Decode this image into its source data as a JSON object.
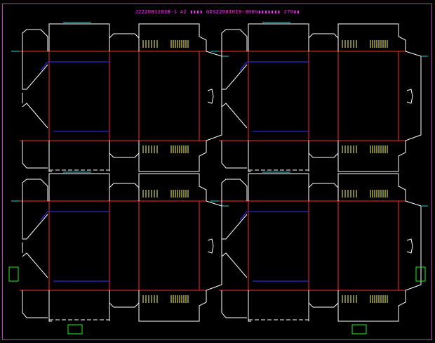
{
  "app": {
    "background": "#000000"
  },
  "sheet": {
    "title": "JZ22081203B-1 A2 ▮▮▮▮ GDS2208I0I9-300G▮▮▮▮▮▮▮ 270▮▮",
    "border_color": "#cc33cc",
    "title_color": "#ff33ff"
  },
  "colors": {
    "cut": "#ffffff",
    "crease": "#ff2a2a",
    "window": "#3333ff",
    "bridge": "#33cccc",
    "barcode": "#ffff55",
    "registration": "#22ee22"
  },
  "layout": {
    "columns": 2,
    "rows": 2,
    "registration_marks": [
      "left-mark",
      "right-mark",
      "bottom-left-mark",
      "bottom-right-mark"
    ]
  }
}
